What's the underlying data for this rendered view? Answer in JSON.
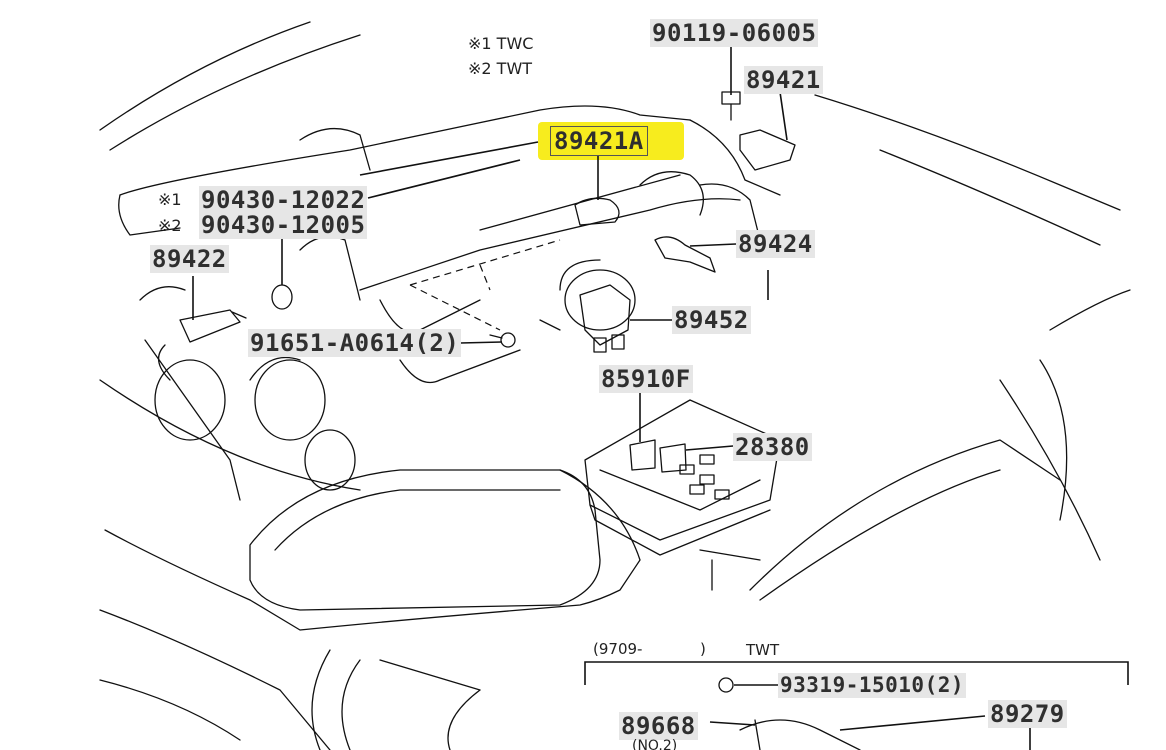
{
  "legend": {
    "note1": "※1 TWC",
    "note2": "※2 TWT"
  },
  "callouts": {
    "p1": "90119-06005",
    "p2": "89421",
    "p3": "89421A",
    "p4_prefix": "※1",
    "p4": "90430-12022",
    "p5_prefix": "※2",
    "p5": "90430-12005",
    "p6": "89422",
    "p7": "89424",
    "p8": "89452",
    "p9": "91651-A0614(2)",
    "p10": "85910F",
    "p11": "28380",
    "p12": "93319-15010(2)",
    "p13": "89279",
    "p14": "89668",
    "p14_sub": "(NO.2)"
  },
  "inset": {
    "date": "(9709-",
    "close": ")",
    "variant": "TWT"
  },
  "highlight_color": "#f7ec1e"
}
